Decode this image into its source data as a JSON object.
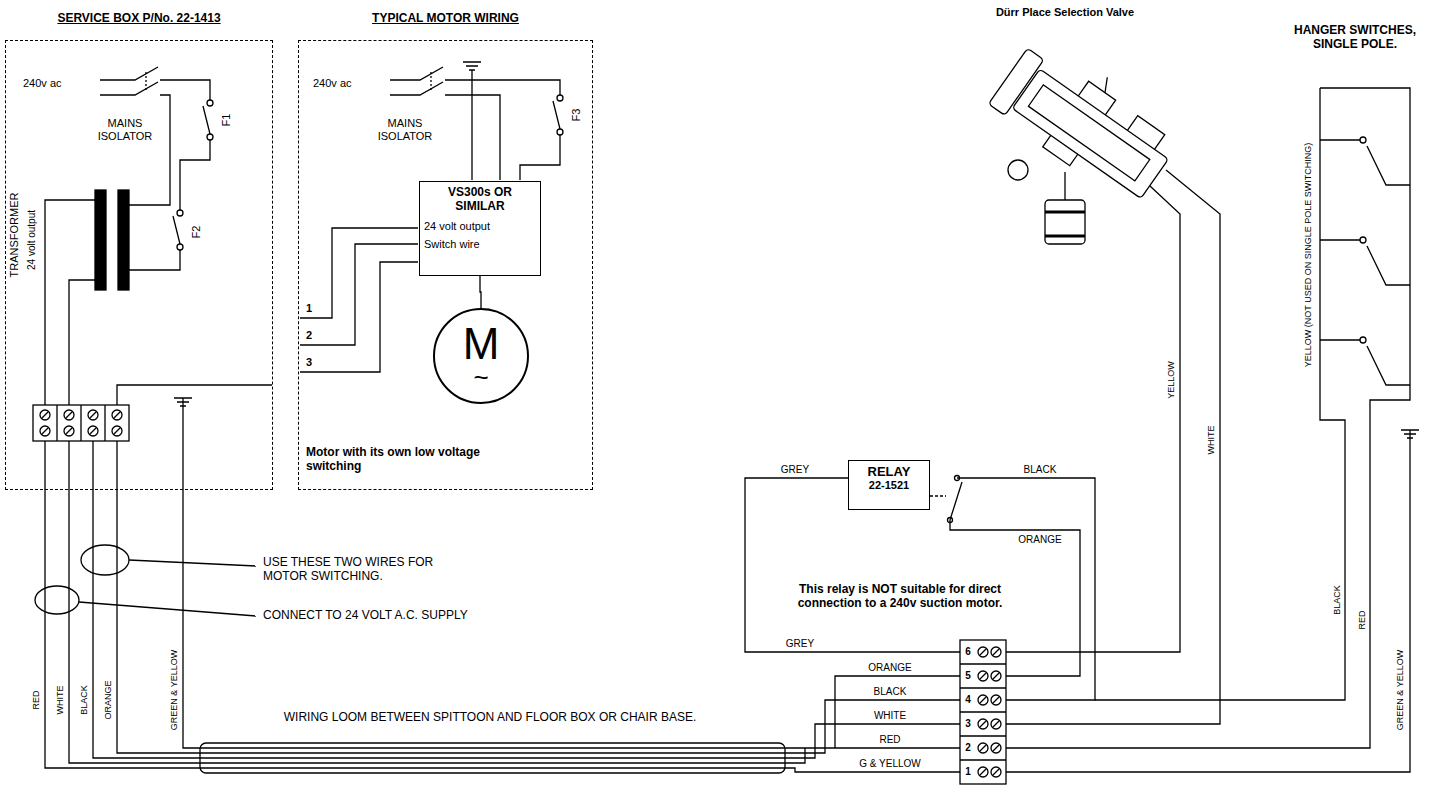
{
  "diagram": {
    "nodes": [
      {
        "text": [
          "SERVICE BOX P/No. 22-1413"
        ]
      },
      {
        "text": [
          "TYPICAL MOTOR WIRING"
        ]
      },
      {
        "text": [
          "VS300s OR SIMILAR",
          "24 volt output",
          "Switch wire"
        ],
        "in": 1
      },
      {
        "text": [
          "M",
          "~"
        ],
        "in": 1
      },
      {
        "text": [
          "RELAY",
          "22-1521"
        ]
      }
    ],
    "edges": [
      {
        "from": 2,
        "to": 3,
        "arrow": "none"
      }
    ],
    "labels": [
      "240v ac",
      "MAINS ISOLATOR",
      "F1",
      "F2",
      "TRANSFORMER",
      "24 volt output",
      "240v ac",
      "MAINS ISOLATOR",
      "F3",
      "1",
      "2",
      "3",
      "Motor with its own low voltage switching",
      "USE THESE TWO WIRES FOR MOTOR SWITCHING.",
      "CONNECT TO 24 VOLT A.C. SUPPLY",
      "RED",
      "WHITE",
      "BLACK",
      "ORANGE",
      "GREEN & YELLOW",
      "WIRING LOOM BETWEEN SPITTOON AND FLOOR BOX OR CHAIR BASE.",
      "Dürr Place Selection Valve",
      "HANGER SWITCHES, SINGLE POLE.",
      "GREY",
      "BLACK",
      "ORANGE",
      "This relay is NOT suitable for direct connection to a 240v suction motor.",
      "GREY",
      "ORANGE",
      "BLACK",
      "WHITE",
      "RED",
      "G & YELLOW",
      "6",
      "5",
      "4",
      "3",
      "2",
      "1",
      "YELLOW",
      "WHITE",
      "YELLOW (NOT USED ON SINGLE POLE SWITCHING)",
      "BLACK",
      "RED",
      "GREEN & YELLOW"
    ]
  }
}
